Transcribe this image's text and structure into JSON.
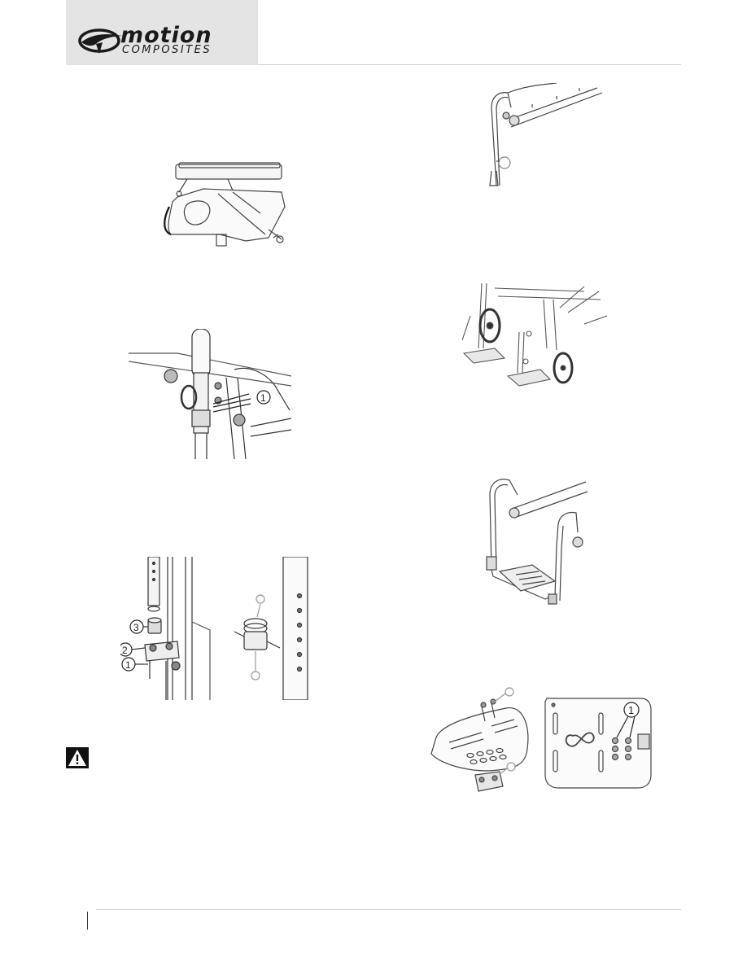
{
  "header": {
    "logo_word": "motion",
    "logo_sub": "COMPOSITES"
  },
  "figures": {
    "fig_post_clamp": {
      "callouts": [
        "3",
        "2",
        "1"
      ]
    },
    "fig_footplate": {
      "callouts": [
        "1"
      ]
    },
    "fig_armrest": {
      "callouts": [
        "1"
      ]
    }
  },
  "icons": {
    "warning": "warning-triangle-icon"
  }
}
